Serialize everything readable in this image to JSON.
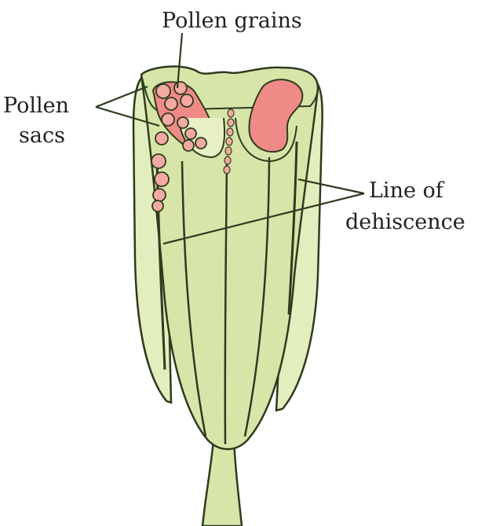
{
  "labels": {
    "pollen_grains": "Pollen grains",
    "pollen_sacs_line1": "Pollen",
    "pollen_sacs_line2": "sacs",
    "dehiscence_line1": "Line of",
    "dehiscence_line2": "dehiscence"
  },
  "colors": {
    "anther_fill": "#d7e6a8",
    "anther_light": "#e6f0c4",
    "outline": "#2e3b1e",
    "pollen_sac": "#f08a86",
    "pollen_grain": "#f4a9a2",
    "background": "#ffffff",
    "text": "#222222"
  }
}
